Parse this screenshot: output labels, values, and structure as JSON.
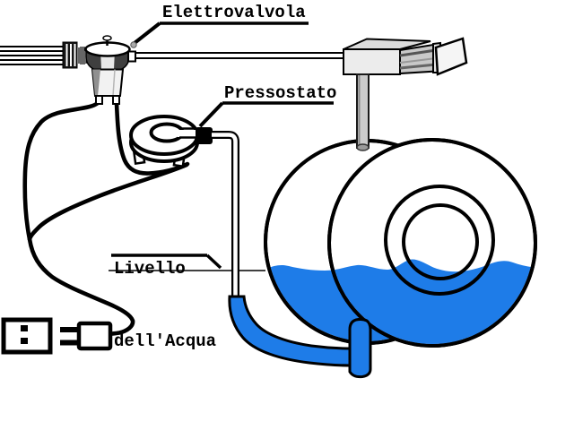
{
  "diagram": {
    "labels": {
      "electrovalve": "Elettrovalvola",
      "pressure_switch": "Pressostato",
      "water_level_line1": "Livello",
      "water_level_line2": "dell'Acqua"
    },
    "colors": {
      "water": "#1e7ce8",
      "outline": "#000000",
      "metal_light": "#ececec",
      "metal_mid": "#c9c9c9",
      "metal_dark": "#3f3f3f",
      "background": "#ffffff"
    },
    "components": [
      "water-supply-hose",
      "solenoid-valve",
      "fill-pipe",
      "detergent-drawer",
      "drum",
      "door-rings",
      "water",
      "pressure-switch",
      "pressure-hose",
      "drain-fitting",
      "power-socket",
      "power-plug",
      "wires",
      "water-level-line"
    ]
  }
}
